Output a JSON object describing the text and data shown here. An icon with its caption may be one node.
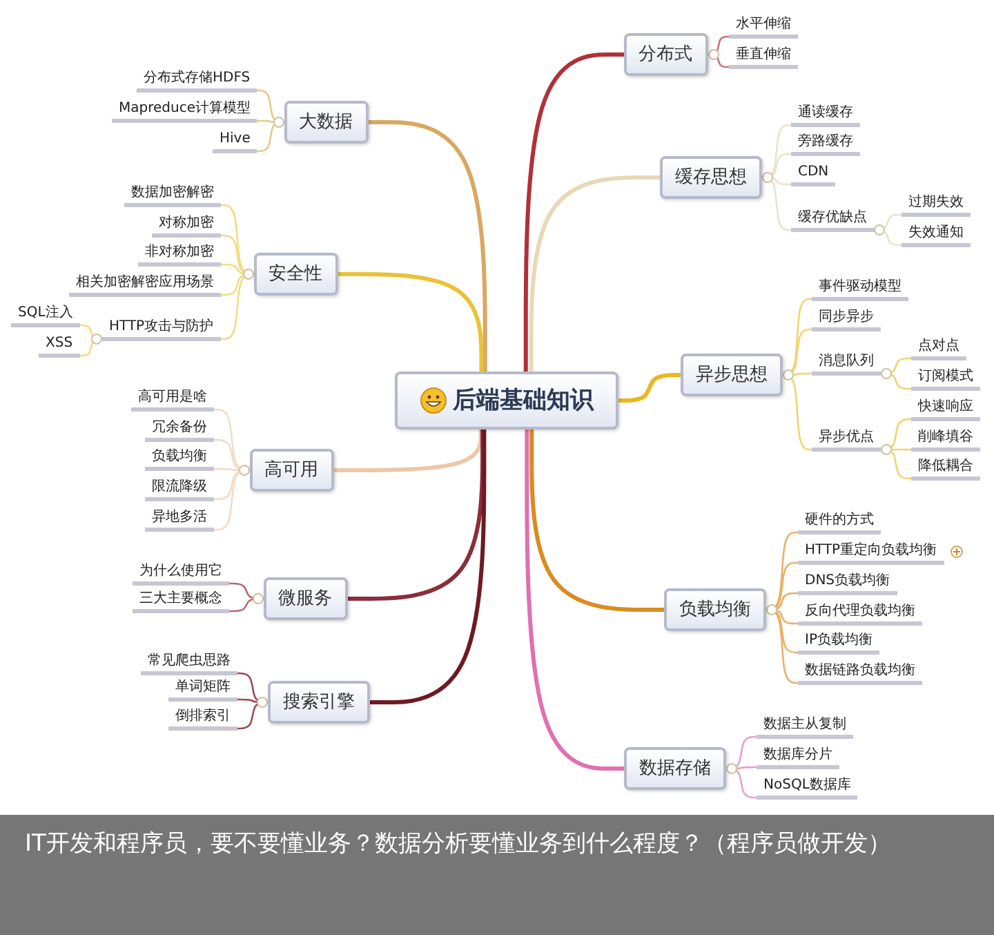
{
  "diagram": {
    "caption": "IT开发和程序员，要不要懂业务？数据分析要懂业务到什么程度？（程序员做开发）",
    "nodes": [
      {
        "text": [
          "后端基础知识"
        ]
      },
      {
        "text": [
          "大数据"
        ]
      },
      {
        "text": [
          "分布式存储HDFS"
        ]
      },
      {
        "text": [
          "Mapreduce计算模型"
        ]
      },
      {
        "text": [
          "Hive"
        ]
      },
      {
        "text": [
          "安全性"
        ]
      },
      {
        "text": [
          "数据加密解密"
        ]
      },
      {
        "text": [
          "对称加密"
        ]
      },
      {
        "text": [
          "非对称加密"
        ]
      },
      {
        "text": [
          "相关加密解密应用场景"
        ]
      },
      {
        "text": [
          "HTTP攻击与防护"
        ]
      },
      {
        "text": [
          "SQL注入"
        ]
      },
      {
        "text": [
          "XSS"
        ]
      },
      {
        "text": [
          "高可用"
        ]
      },
      {
        "text": [
          "高可用是啥"
        ]
      },
      {
        "text": [
          "冗余备份"
        ]
      },
      {
        "text": [
          "负载均衡"
        ]
      },
      {
        "text": [
          "限流降级"
        ]
      },
      {
        "text": [
          "异地多活"
        ]
      },
      {
        "text": [
          "微服务"
        ]
      },
      {
        "text": [
          "为什么使用它"
        ]
      },
      {
        "text": [
          "三大主要概念"
        ]
      },
      {
        "text": [
          "搜索引擎"
        ]
      },
      {
        "text": [
          "常见爬虫思路"
        ]
      },
      {
        "text": [
          "单词矩阵"
        ]
      },
      {
        "text": [
          "倒排索引"
        ]
      },
      {
        "text": [
          "分布式"
        ]
      },
      {
        "text": [
          "水平伸缩"
        ]
      },
      {
        "text": [
          "垂直伸缩"
        ]
      },
      {
        "text": [
          "缓存思想"
        ]
      },
      {
        "text": [
          "通读缓存"
        ]
      },
      {
        "text": [
          "旁路缓存"
        ]
      },
      {
        "text": [
          "CDN"
        ]
      },
      {
        "text": [
          "缓存优缺点"
        ]
      },
      {
        "text": [
          "过期失效"
        ]
      },
      {
        "text": [
          "失效通知"
        ]
      },
      {
        "text": [
          "异步思想"
        ]
      },
      {
        "text": [
          "事件驱动模型"
        ]
      },
      {
        "text": [
          "同步异步"
        ]
      },
      {
        "text": [
          "消息队列"
        ]
      },
      {
        "text": [
          "点对点"
        ]
      },
      {
        "text": [
          "订阅模式"
        ]
      },
      {
        "text": [
          "异步优点"
        ]
      },
      {
        "text": [
          "快速响应"
        ]
      },
      {
        "text": [
          "削峰填谷"
        ]
      },
      {
        "text": [
          "降低耦合"
        ]
      },
      {
        "text": [
          "负载均衡"
        ]
      },
      {
        "text": [
          "硬件的方式"
        ]
      },
      {
        "text": [
          "HTTP重定向负载均衡"
        ]
      },
      {
        "text": [
          "DNS负载均衡"
        ]
      },
      {
        "text": [
          "反向代理负载均衡"
        ]
      },
      {
        "text": [
          "IP负载均衡"
        ]
      },
      {
        "text": [
          "数据链路负载均衡"
        ]
      },
      {
        "text": [
          "数据存储"
        ]
      },
      {
        "text": [
          "数据主从复制"
        ]
      },
      {
        "text": [
          "数据库分片"
        ]
      },
      {
        "text": [
          "NoSQL数据库"
        ]
      }
    ],
    "edges": [
      {
        "from": 0,
        "to": 1,
        "arrow": "none",
        "style": "thick",
        "color": "#d9a860"
      },
      {
        "from": 0,
        "to": 5,
        "arrow": "none",
        "style": "thick",
        "color": "#e8c33a"
      },
      {
        "from": 0,
        "to": 13,
        "arrow": "none",
        "style": "thick",
        "color": "#ecc8a8"
      },
      {
        "from": 0,
        "to": 19,
        "arrow": "none",
        "style": "thick",
        "color": "#8b2d3a"
      },
      {
        "from": 0,
        "to": 22,
        "arrow": "none",
        "style": "thick",
        "color": "#6e1a22"
      },
      {
        "from": 0,
        "to": 26,
        "arrow": "none",
        "style": "thick",
        "color": "#b0303a"
      },
      {
        "from": 0,
        "to": 29,
        "arrow": "none",
        "style": "thick",
        "color": "#e8d8b8"
      },
      {
        "from": 0,
        "to": 36,
        "arrow": "none",
        "style": "thick",
        "color": "#e8b820"
      },
      {
        "from": 0,
        "to": 46,
        "arrow": "none",
        "style": "thick",
        "color": "#d98c1f"
      },
      {
        "from": 0,
        "to": 53,
        "arrow": "none",
        "style": "thick",
        "color": "#e070b0"
      },
      {
        "from": 1,
        "to": 2,
        "arrow": "none",
        "color": "#e6c98a"
      },
      {
        "from": 1,
        "to": 3,
        "arrow": "none",
        "color": "#e6c98a"
      },
      {
        "from": 1,
        "to": 4,
        "arrow": "none",
        "color": "#e6c98a"
      },
      {
        "from": 5,
        "to": 6,
        "arrow": "none",
        "color": "#f0dc80"
      },
      {
        "from": 5,
        "to": 7,
        "arrow": "none",
        "color": "#f0dc80"
      },
      {
        "from": 5,
        "to": 8,
        "arrow": "none",
        "color": "#f0dc80"
      },
      {
        "from": 5,
        "to": 9,
        "arrow": "none",
        "color": "#f0dc80"
      },
      {
        "from": 5,
        "to": 10,
        "arrow": "none",
        "color": "#f0dc80"
      },
      {
        "from": 10,
        "to": 11,
        "arrow": "none",
        "color": "#f0dc80"
      },
      {
        "from": 10,
        "to": 12,
        "arrow": "none",
        "color": "#f0dc80"
      },
      {
        "from": 13,
        "to": 14,
        "arrow": "none",
        "color": "#f2dcc8"
      },
      {
        "from": 13,
        "to": 15,
        "arrow": "none",
        "color": "#f2dcc8"
      },
      {
        "from": 13,
        "to": 16,
        "arrow": "none",
        "color": "#f2dcc8"
      },
      {
        "from": 13,
        "to": 17,
        "arrow": "none",
        "color": "#f2dcc8"
      },
      {
        "from": 13,
        "to": 18,
        "arrow": "none",
        "color": "#f2dcc8"
      },
      {
        "from": 19,
        "to": 20,
        "arrow": "none",
        "color": "#b86a72"
      },
      {
        "from": 19,
        "to": 21,
        "arrow": "none",
        "color": "#b86a72"
      },
      {
        "from": 22,
        "to": 23,
        "arrow": "none",
        "color": "#9a4a50"
      },
      {
        "from": 22,
        "to": 24,
        "arrow": "none",
        "color": "#9a4a50"
      },
      {
        "from": 22,
        "to": 25,
        "arrow": "none",
        "color": "#9a4a50"
      },
      {
        "from": 26,
        "to": 27,
        "arrow": "none",
        "color": "#c87078"
      },
      {
        "from": 26,
        "to": 28,
        "arrow": "none",
        "color": "#c87078"
      },
      {
        "from": 29,
        "to": 30,
        "arrow": "none",
        "color": "#ece2cc"
      },
      {
        "from": 29,
        "to": 31,
        "arrow": "none",
        "color": "#ece2cc"
      },
      {
        "from": 29,
        "to": 32,
        "arrow": "none",
        "color": "#ece2cc"
      },
      {
        "from": 29,
        "to": 33,
        "arrow": "none",
        "color": "#ece2cc"
      },
      {
        "from": 33,
        "to": 34,
        "arrow": "none",
        "color": "#ece2cc"
      },
      {
        "from": 33,
        "to": 35,
        "arrow": "none",
        "color": "#ece2cc"
      },
      {
        "from": 36,
        "to": 37,
        "arrow": "none",
        "color": "#f0d470"
      },
      {
        "from": 36,
        "to": 38,
        "arrow": "none",
        "color": "#f0d470"
      },
      {
        "from": 36,
        "to": 39,
        "arrow": "none",
        "color": "#f0d470"
      },
      {
        "from": 36,
        "to": 42,
        "arrow": "none",
        "color": "#f0d470"
      },
      {
        "from": 39,
        "to": 40,
        "arrow": "none",
        "color": "#f0d470"
      },
      {
        "from": 39,
        "to": 41,
        "arrow": "none",
        "color": "#f0d470"
      },
      {
        "from": 42,
        "to": 43,
        "arrow": "none",
        "color": "#f0d470"
      },
      {
        "from": 42,
        "to": 44,
        "arrow": "none",
        "color": "#f0d470"
      },
      {
        "from": 42,
        "to": 45,
        "arrow": "none",
        "color": "#f0d470"
      },
      {
        "from": 46,
        "to": 47,
        "arrow": "none",
        "color": "#e8b068"
      },
      {
        "from": 46,
        "to": 48,
        "arrow": "none",
        "color": "#e8b068"
      },
      {
        "from": 46,
        "to": 49,
        "arrow": "none",
        "color": "#e8b068"
      },
      {
        "from": 46,
        "to": 50,
        "arrow": "none",
        "color": "#e8b068"
      },
      {
        "from": 46,
        "to": 51,
        "arrow": "none",
        "color": "#e8b068"
      },
      {
        "from": 46,
        "to": 52,
        "arrow": "none",
        "color": "#e8b068"
      },
      {
        "from": 53,
        "to": 54,
        "arrow": "none",
        "color": "#e8a0c8"
      },
      {
        "from": 53,
        "to": 55,
        "arrow": "none",
        "color": "#e8a0c8"
      },
      {
        "from": 53,
        "to": 56,
        "arrow": "none",
        "color": "#e8a0c8"
      }
    ]
  }
}
